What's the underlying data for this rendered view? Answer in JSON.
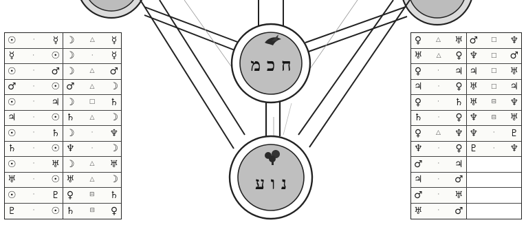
{
  "sephiroth": [
    {
      "id": "chokmah",
      "hebrew": "ח כ מ",
      "emblem": "bird-icon"
    },
    {
      "id": "netzach",
      "hebrew": "נ ו ע",
      "emblem": "tree-icon"
    }
  ],
  "table_left": {
    "rows": [
      [
        {
          "a": "☉",
          "asp": "·",
          "b": "☿"
        },
        {
          "a": "☽",
          "asp": "△",
          "b": "☿"
        }
      ],
      [
        {
          "a": "☿",
          "asp": "·",
          "b": "☉"
        },
        {
          "a": "☽",
          "asp": "·",
          "b": "☿"
        }
      ],
      [
        {
          "a": "☉",
          "asp": "·",
          "b": "♂"
        },
        {
          "a": "☽",
          "asp": "△",
          "b": "♂"
        }
      ],
      [
        {
          "a": "♂",
          "asp": "·",
          "b": "☉"
        },
        {
          "a": "♂",
          "asp": "△",
          "b": "☽"
        }
      ],
      [
        {
          "a": "☉",
          "asp": "·",
          "b": "♃"
        },
        {
          "a": "☽",
          "asp": "□",
          "b": "♄"
        }
      ],
      [
        {
          "a": "♃",
          "asp": "·",
          "b": "☉"
        },
        {
          "a": "♄",
          "asp": "△",
          "b": "☽"
        }
      ],
      [
        {
          "a": "☉",
          "asp": "·",
          "b": "♄"
        },
        {
          "a": "☽",
          "asp": "·",
          "b": "♆"
        }
      ],
      [
        {
          "a": "♄",
          "asp": "·",
          "b": "☉"
        },
        {
          "a": "♆",
          "asp": "·",
          "b": "☽"
        }
      ],
      [
        {
          "a": "☉",
          "asp": "·",
          "b": "♅"
        },
        {
          "a": "☽",
          "asp": "△",
          "b": "♅"
        }
      ],
      [
        {
          "a": "♅",
          "asp": "·",
          "b": "☉"
        },
        {
          "a": "♅",
          "asp": "△",
          "b": "☽"
        }
      ],
      [
        {
          "a": "☉",
          "asp": "·",
          "b": "♇"
        },
        {
          "a": "♀",
          "asp": "⊟",
          "b": "♄"
        }
      ],
      [
        {
          "a": "♇",
          "asp": "·",
          "b": "☉"
        },
        {
          "a": "♄",
          "asp": "⊟",
          "b": "♀"
        }
      ]
    ]
  },
  "table_right": {
    "rows": [
      [
        {
          "a": "♀",
          "asp": "△",
          "b": "♅"
        },
        {
          "a": "♂",
          "asp": "□",
          "b": "♆"
        }
      ],
      [
        {
          "a": "♅",
          "asp": "△",
          "b": "♀"
        },
        {
          "a": "♆",
          "asp": "□",
          "b": "♂"
        }
      ],
      [
        {
          "a": "♀",
          "asp": "·",
          "b": "♃"
        },
        {
          "a": "♃",
          "asp": "□",
          "b": "♅"
        }
      ],
      [
        {
          "a": "♃",
          "asp": "·",
          "b": "♀"
        },
        {
          "a": "♅",
          "asp": "□",
          "b": "♃"
        }
      ],
      [
        {
          "a": "♀",
          "asp": "·",
          "b": "♄"
        },
        {
          "a": "♅",
          "asp": "⊟",
          "b": "♆"
        }
      ],
      [
        {
          "a": "♄",
          "asp": "·",
          "b": "♀"
        },
        {
          "a": "♆",
          "asp": "⊟",
          "b": "♅"
        }
      ],
      [
        {
          "a": "♀",
          "asp": "△",
          "b": "♆"
        },
        {
          "a": "♆",
          "asp": "·",
          "b": "♇"
        }
      ],
      [
        {
          "a": "♆",
          "asp": "·",
          "b": "♀"
        },
        {
          "a": "♇",
          "asp": "·",
          "b": "♆"
        }
      ],
      [
        {
          "a": "♂",
          "asp": "·",
          "b": "♃"
        },
        null
      ],
      [
        {
          "a": "♃",
          "asp": "·",
          "b": "♂"
        },
        null
      ],
      [
        {
          "a": "♂",
          "asp": "·",
          "b": "♅"
        },
        null
      ],
      [
        {
          "a": "♅",
          "asp": "·",
          "b": "♂"
        },
        null
      ]
    ]
  }
}
